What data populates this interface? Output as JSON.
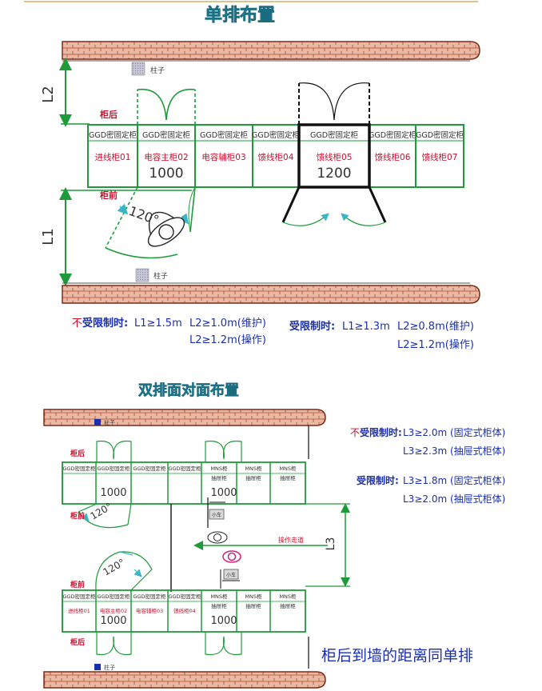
{
  "colors": {
    "green": "#1d9b3a",
    "red": "#c8102e",
    "blue": "#1a2fb0",
    "teal": "#38b6c6",
    "wall": "#b34a2a",
    "title": "#2e9fb8",
    "magenta": "#d0207a",
    "cross": "#0a2a9a"
  },
  "single": {
    "title": "单排布置",
    "pillar": "柱子",
    "back": "柜后",
    "front": "柜前",
    "l1": "L1",
    "l2": "L2",
    "angle": "120°",
    "cabinets": [
      {
        "head": "GGD密固定柜",
        "name": "进线柜01"
      },
      {
        "head": "GGD密固定柜",
        "name": "电容主柜02"
      },
      {
        "head": "GGD密固定柜",
        "name": "电容辅柜03"
      },
      {
        "head": "GGD密固定柜",
        "name": "馈线柜04"
      },
      {
        "head": "GGD密固定柜",
        "name": "馈线柜05"
      },
      {
        "head": "GGD密固定柜",
        "name": "馈线柜06"
      },
      {
        "head": "GGD密固定柜",
        "name": "馈线柜07"
      }
    ],
    "w1000": "1000",
    "w1200": "1200",
    "rules": {
      "free_label_red": "不",
      "free_label_rest": "受限制时:",
      "free_l1": "L1≥1.5m",
      "free_l2a": "L2≥1.0m(维护)",
      "free_l2b": "L2≥1.2m(操作)",
      "lim_label": "受限制时:",
      "lim_l1": "L1≥1.3m",
      "lim_l2a": "L2≥0.8m(维护)",
      "lim_l2b": "L2≥1.2m(操作)"
    }
  },
  "double": {
    "title": "双排面对面布置",
    "pillar": "柱子",
    "back": "柜后",
    "front": "柜前",
    "l3": "L3",
    "angle": "120°",
    "walkway": "操作走道",
    "handcart": "小车",
    "row_heads": [
      "GGD密固定柜",
      "GGD密固定柜",
      "GGD密固定柜",
      "GGD密固定柜",
      "MNS柜",
      "MNS柜",
      "MNS柜"
    ],
    "row_sub": [
      "",
      "",
      "",
      "",
      "抽屉柜",
      "抽屉柜",
      "抽屉柜"
    ],
    "bottom_names": [
      "进线柜01",
      "电容主柜02",
      "电容辅柜03",
      "馈线柜04",
      "",
      "",
      ""
    ],
    "w1000": "1000",
    "rules": {
      "free_label_red": "不",
      "free_label_rest": "受限制时:",
      "free_a": "L3≥2.0m (固定式柜体)",
      "free_b": "L3≥2.3m (抽屉式柜体)",
      "lim_label": "受限制时:",
      "lim_a": "L3≥1.8m (固定式柜体)",
      "lim_b": "L3≥2.0m (抽屉式柜体)"
    },
    "note": "柜后到墙的距离同单排"
  }
}
